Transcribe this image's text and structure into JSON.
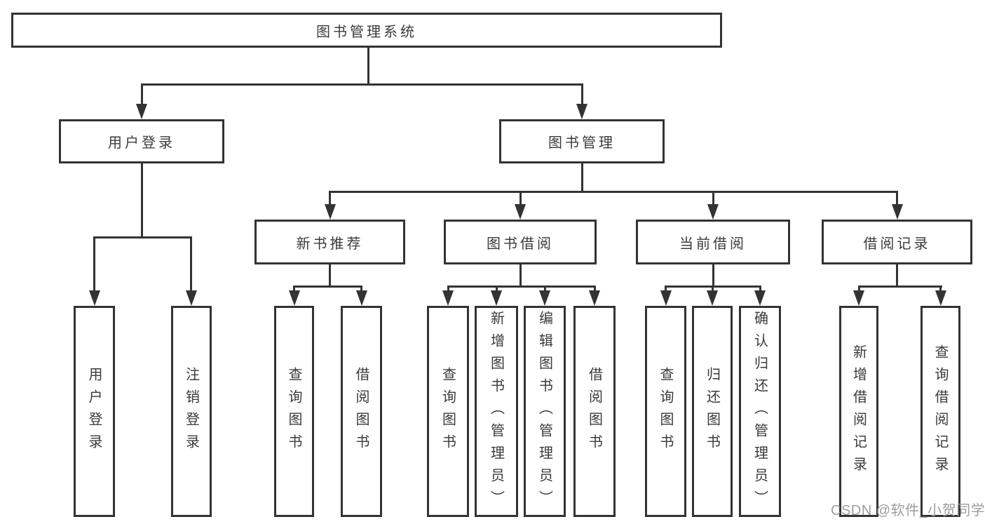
{
  "tree": {
    "root": {
      "label": "图书管理系统"
    },
    "branches": [
      {
        "label": "用户登录",
        "leaves": [
          {
            "label": "用户登录"
          },
          {
            "label": "注销登录"
          }
        ]
      },
      {
        "label": "图书管理",
        "groups": [
          {
            "label": "新书推荐",
            "leaves": [
              {
                "label": "查询图书"
              },
              {
                "label": "借阅图书"
              }
            ]
          },
          {
            "label": "图书借阅",
            "leaves": [
              {
                "label": "查询图书"
              },
              {
                "label": "新增图书（管理员）"
              },
              {
                "label": "编辑图书（管理员）"
              },
              {
                "label": "借阅图书"
              }
            ]
          },
          {
            "label": "当前借阅",
            "leaves": [
              {
                "label": "查询图书"
              },
              {
                "label": "归还图书"
              },
              {
                "label": "确认归还（管理员）"
              }
            ]
          },
          {
            "label": "借阅记录",
            "leaves": [
              {
                "label": "新增借阅记录"
              },
              {
                "label": "查询借阅记录"
              }
            ]
          }
        ]
      }
    ]
  },
  "watermark": {
    "text": "CSDN @软件_小贺同学"
  },
  "colors": {
    "line": "#333333",
    "text": "#3a3a3a",
    "watermark": "#9d9d9d",
    "background": "#ffffff"
  }
}
